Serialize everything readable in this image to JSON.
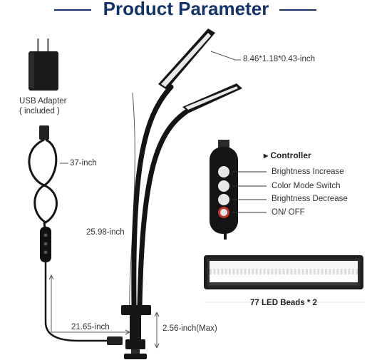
{
  "header": {
    "title": "Product Parameter",
    "color": "#13336b"
  },
  "adapter": {
    "line1": "USB Adapter",
    "line2": "( included )"
  },
  "dimensions": {
    "head_size": "8.46*1.18*0.43-inch",
    "cable_length": "37-inch",
    "gooseneck_length": "25.98-inch",
    "lower_cable_length": "21.65-inch",
    "clamp_opening": "2.56-inch(Max)"
  },
  "controller": {
    "title": "Controller",
    "buttons": [
      "Brightness Increase",
      "Color Mode Switch",
      "Brightness Decrease",
      "ON/ OFF"
    ]
  },
  "led": {
    "caption": "77 LED Beads * 2"
  },
  "icons": [
    "usb-adapter-icon",
    "usb-cable-icon",
    "lamp-icon",
    "controller-icon",
    "led-strip-icon"
  ]
}
